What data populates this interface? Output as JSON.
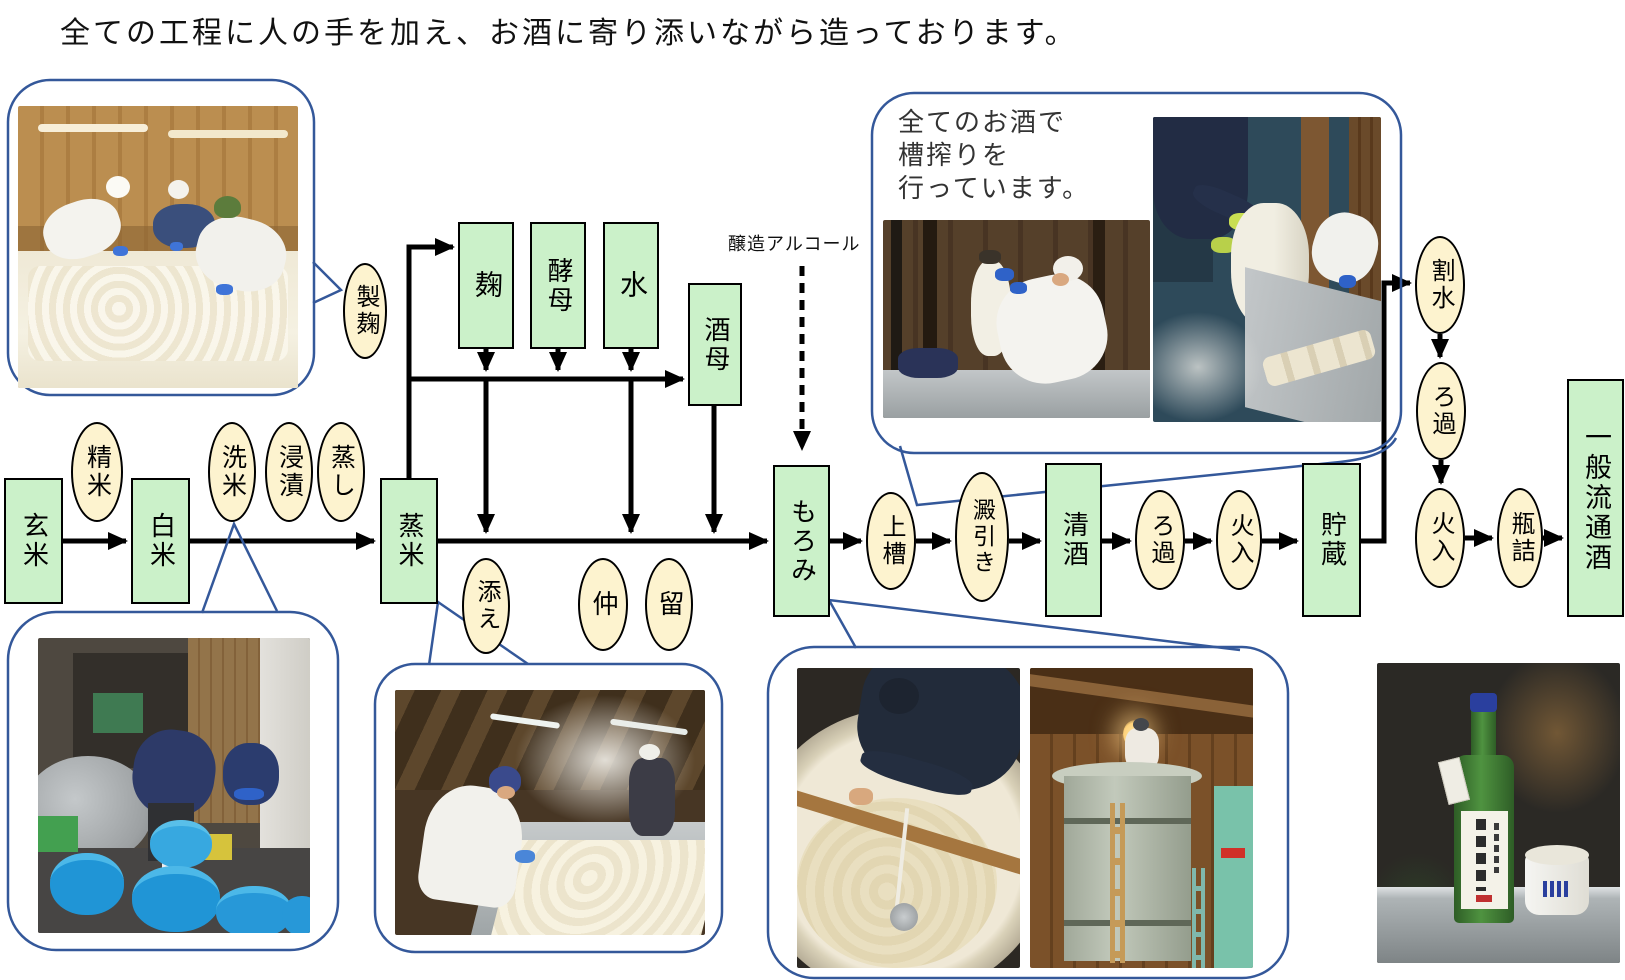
{
  "title": "全ての工程に人の手を加え、お酒に寄り添いながら造っております。",
  "colors": {
    "box_fill": "#cbf1c9",
    "box_border": "#000000",
    "ellipse_fill": "#fdf3cf",
    "callout_border": "#34589a",
    "arrow": "#000000",
    "note_text": "#333333"
  },
  "flow": {
    "boxes": {
      "genmai": "玄米",
      "hakumai": "白米",
      "mushimai": "蒸米",
      "koji": "麹",
      "kobo": "酵母",
      "mizu": "水",
      "shubo": "酒母",
      "moromi": "もろみ",
      "seishu": "清酒",
      "chozo": "貯蔵",
      "ippan_ryutsushu": "一般流通酒"
    },
    "steps": {
      "seimai": "精米",
      "senmai": "洗米",
      "shinseki": "浸漬",
      "mushi": "蒸し",
      "seigiku": "製麹",
      "soe": "添え",
      "naka": "仲",
      "tome": "留",
      "joso": "上槽",
      "oribiki": "澱引き",
      "roka1": "ろ過",
      "hiire1": "火入",
      "warimizu": "割水",
      "roka2": "ろ過",
      "hiire2": "火入",
      "binzume": "瓶詰"
    },
    "alcohol_label": "醸造アルコール"
  },
  "callout_note": {
    "lines": [
      "全てのお酒で",
      "槽搾りを",
      "行っています。"
    ]
  }
}
